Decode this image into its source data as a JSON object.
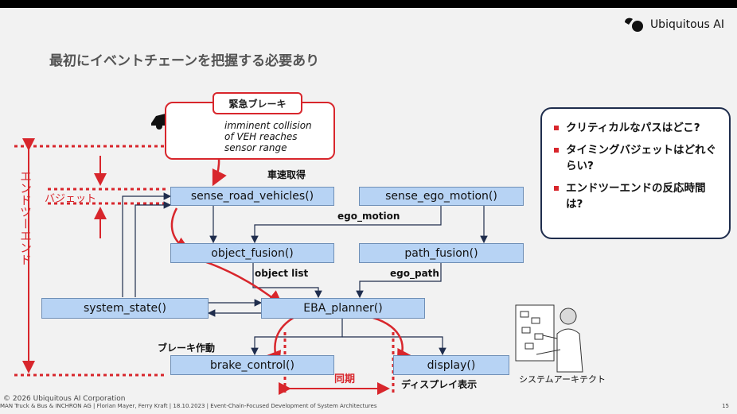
{
  "brand": {
    "name": "Ubiquitous AI"
  },
  "title": "最初にイベントチェーンを把握する必要あり",
  "callout": {
    "title": "緊急ブレーキ",
    "lines": [
      "imminent collision",
      "of VEH reaches",
      "sensor range"
    ]
  },
  "boxes": {
    "sense_road_vehicles": "sense_road_vehicles()",
    "sense_ego_motion": "sense_ego_motion()",
    "object_fusion": "object_fusion()",
    "path_fusion": "path_fusion()",
    "system_state": "system_state()",
    "eba_planner": "EBA_planner()",
    "brake_control": "brake_control()",
    "display": "display()"
  },
  "labels": {
    "vehicle_speed": "車速取得",
    "ego_motion": "ego_motion",
    "object_list": "object list",
    "ego_path": "ego_path",
    "brake_act": "ブレーキ作動",
    "display_show": "ディスプレイ表示",
    "budget": "バジェット",
    "end_to_end": "エンドツーエンド",
    "sync": "同期",
    "system_architect": "システムアーキテクト"
  },
  "questions": [
    "クリティカルなパスはどこ?",
    "タイミングバジェットはどれぐらい?",
    "エンドツーエンドの反応時間は?"
  ],
  "footer": {
    "copyright": "© 2026 Ubiquitous AI Corporation",
    "credits": "MAN Truck & Bus & INCHRON AG  |  Florian Mayer, Ferry Kraft  |  18.10.2023  |  Event-Chain-Focused Development of System Architectures",
    "page": "15"
  },
  "colors": {
    "accent": "#d8262c",
    "box_fill": "#b7d3f4",
    "box_border": "#6f8fb6",
    "navy": "#1f2d4d"
  },
  "icons": [
    "car-icon",
    "logo-icon",
    "architect-illustration"
  ]
}
